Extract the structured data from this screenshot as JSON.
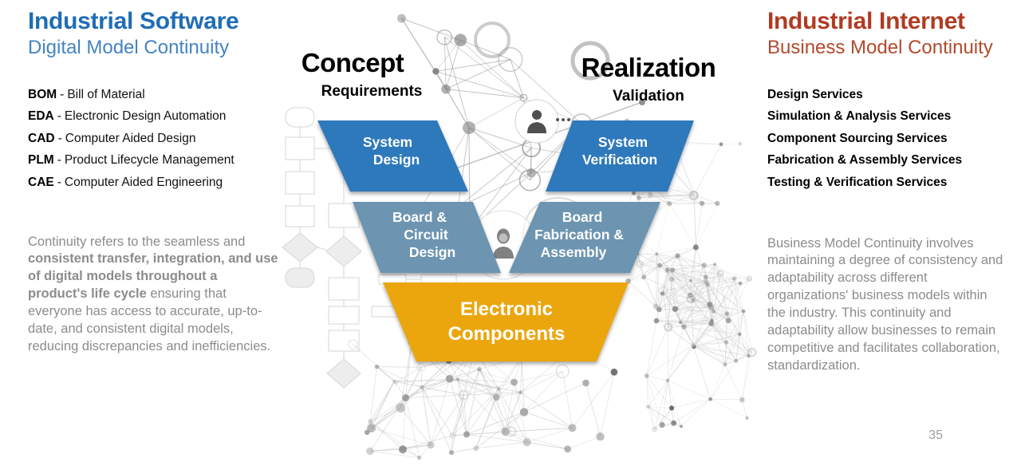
{
  "left_panel": {
    "title": "Industrial Software",
    "subtitle": "Digital Model Continuity",
    "separator": "-",
    "abbreviations": [
      {
        "acronym": "BOM",
        "meaning": "Bill of Material"
      },
      {
        "acronym": "EDA",
        "meaning": "Electronic Design Automation"
      },
      {
        "acronym": "CAD",
        "meaning": "Computer Aided Design"
      },
      {
        "acronym": "PLM",
        "meaning": "Product Lifecycle Management"
      },
      {
        "acronym": "CAE",
        "meaning": "Computer Aided Engineering"
      }
    ],
    "paragraph": {
      "lead": "Continuity refers to the seamless and ",
      "bold": "consistent transfer, integration, and use of digital models throughout a product's life cycle",
      "rest": " ensuring that everyone has access to accurate, up-to-date, and consistent digital models, reducing discrepancies and inefficiencies."
    }
  },
  "diagram": {
    "left_header": {
      "title": "Concept",
      "subtitle": "Requirements"
    },
    "right_header": {
      "title": "Realization",
      "subtitle": "Validation"
    },
    "blocks": [
      {
        "name": "system-design",
        "lines": [
          "System",
          "Design"
        ],
        "color": "#2e79bc"
      },
      {
        "name": "system-verification",
        "lines": [
          "System",
          "Verification"
        ],
        "color": "#2e79bc"
      },
      {
        "name": "board-circuit-design",
        "lines": [
          "Board &",
          "Circuit",
          "Design"
        ],
        "color": "#6d95b1"
      },
      {
        "name": "board-fabrication-assembly",
        "lines": [
          "Board",
          "Fabrication &",
          "Assembly"
        ],
        "color": "#6d95b1"
      },
      {
        "name": "electronic-components",
        "lines": [
          "Electronic",
          "Components"
        ],
        "color": "#eba60e"
      }
    ],
    "icons": [
      {
        "name": "male-avatar-icon"
      },
      {
        "name": "female-avatar-icon"
      }
    ]
  },
  "right_panel": {
    "title": "Industrial Internet",
    "subtitle": "Business Model Continuity",
    "services": [
      "Design Services",
      "Simulation & Analysis Services",
      "Component Sourcing Services",
      "Fabrication & Assembly Services",
      "Testing & Verification Services"
    ],
    "paragraph": "Business Model Continuity involves maintaining a degree of consistency and adaptability across different organizations' business models within the industry. This continuity and adaptability allow businesses to remain competitive and facilitates collaboration, standardization."
  },
  "page_number": "35",
  "colors": {
    "left_title": "#1f6db5",
    "left_subtitle": "#4484c4",
    "right_title": "#b03b22",
    "right_subtitle": "#b34a2d",
    "body_text_gray": "#8c8c8c",
    "list_text": "#111111",
    "block_blue": "#2e79bc",
    "block_steel": "#6d95b1",
    "block_gold": "#eba60e",
    "block_text": "#ffffff"
  }
}
